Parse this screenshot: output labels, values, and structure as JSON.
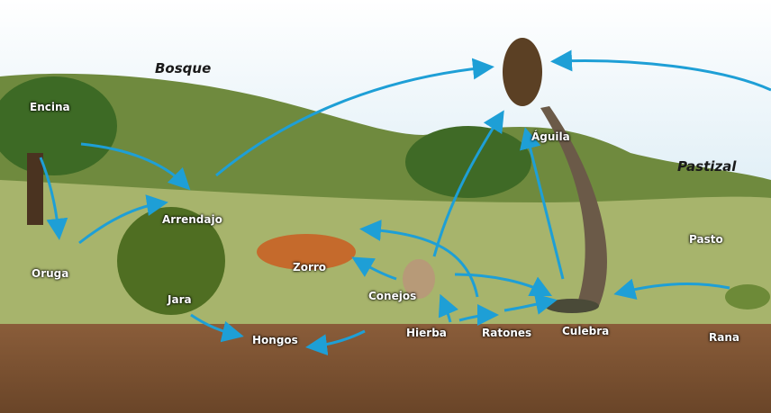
{
  "regions": {
    "forest": "Bosque",
    "grassland": "Pastizal"
  },
  "organisms": {
    "encina": "Encina",
    "arrendajo": "Arrendajo",
    "oruga": "Oruga",
    "jara": "Jara",
    "zorro": "Zorro",
    "conejos": "Conejos",
    "hongos": "Hongos",
    "hierba": "Hierba",
    "ratones": "Ratones",
    "culebra": "Culebra",
    "rana": "Rana",
    "pasto": "Pasto",
    "aguila": "Águila"
  },
  "colors": {
    "arrow": "#1e9fd6",
    "sky": "#c9e3f0",
    "grass": "#a9b872",
    "soil": "#7a5234"
  }
}
